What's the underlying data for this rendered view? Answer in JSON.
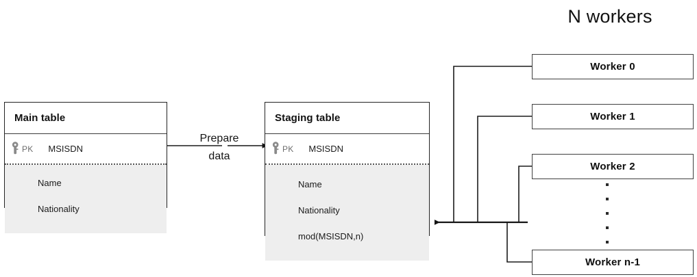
{
  "diagram": {
    "workers_title": "N workers",
    "prepare_label_line1": "Prepare",
    "prepare_label_line2": "data",
    "tables": [
      {
        "id": "main",
        "title": "Main table",
        "pk_badge": "PK",
        "pk_icon": "key-icon",
        "pk_field": "MSISDN",
        "attributes": [
          "Name",
          "Nationality"
        ]
      },
      {
        "id": "staging",
        "title": "Staging table",
        "pk_badge": "PK",
        "pk_icon": "key-icon",
        "pk_field": "MSISDN",
        "attributes": [
          "Name",
          "Nationality",
          "mod(MSISDN,n)"
        ]
      }
    ],
    "workers": [
      {
        "label": "Worker 0"
      },
      {
        "label": "Worker 1"
      },
      {
        "label": "Worker 2"
      },
      {
        "label": "Worker n-1"
      }
    ],
    "ellipsis_dots": 5,
    "colors": {
      "background": "#ffffff",
      "table_border": "#222222",
      "table_body_fill": "#eeeeee",
      "worker_border": "#3f3f3f",
      "connector_line": "#1a1a1a",
      "pk_text": "#6d6d6d",
      "key_icon": "#8a8a8a",
      "text": "#111111"
    }
  }
}
